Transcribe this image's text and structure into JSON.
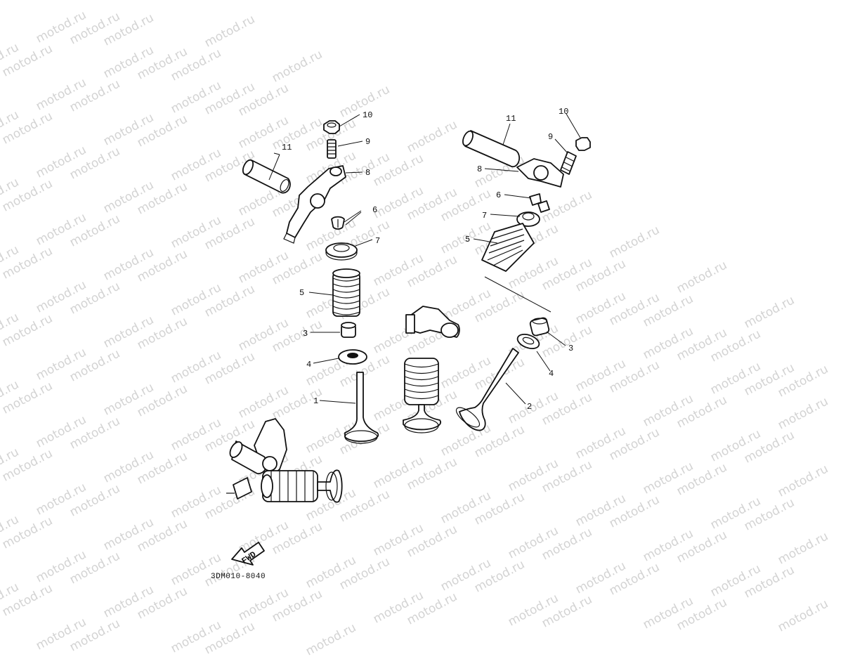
{
  "watermark": {
    "text": "motod.ru"
  },
  "drawing_code": "3DM010-8040",
  "fwd_arrow": {
    "text": "FWD"
  },
  "callouts": {
    "left": {
      "n10": "10",
      "n9": "9",
      "n11": "11",
      "n8": "8",
      "n6": "6",
      "n7": "7",
      "n5": "5",
      "n3": "3",
      "n4": "4",
      "n1": "1"
    },
    "right": {
      "n11": "11",
      "n10": "10",
      "n9": "9",
      "n8": "8",
      "n6": "6",
      "n7": "7",
      "n5": "5",
      "n3": "3",
      "n4": "4",
      "n2": "2"
    }
  }
}
